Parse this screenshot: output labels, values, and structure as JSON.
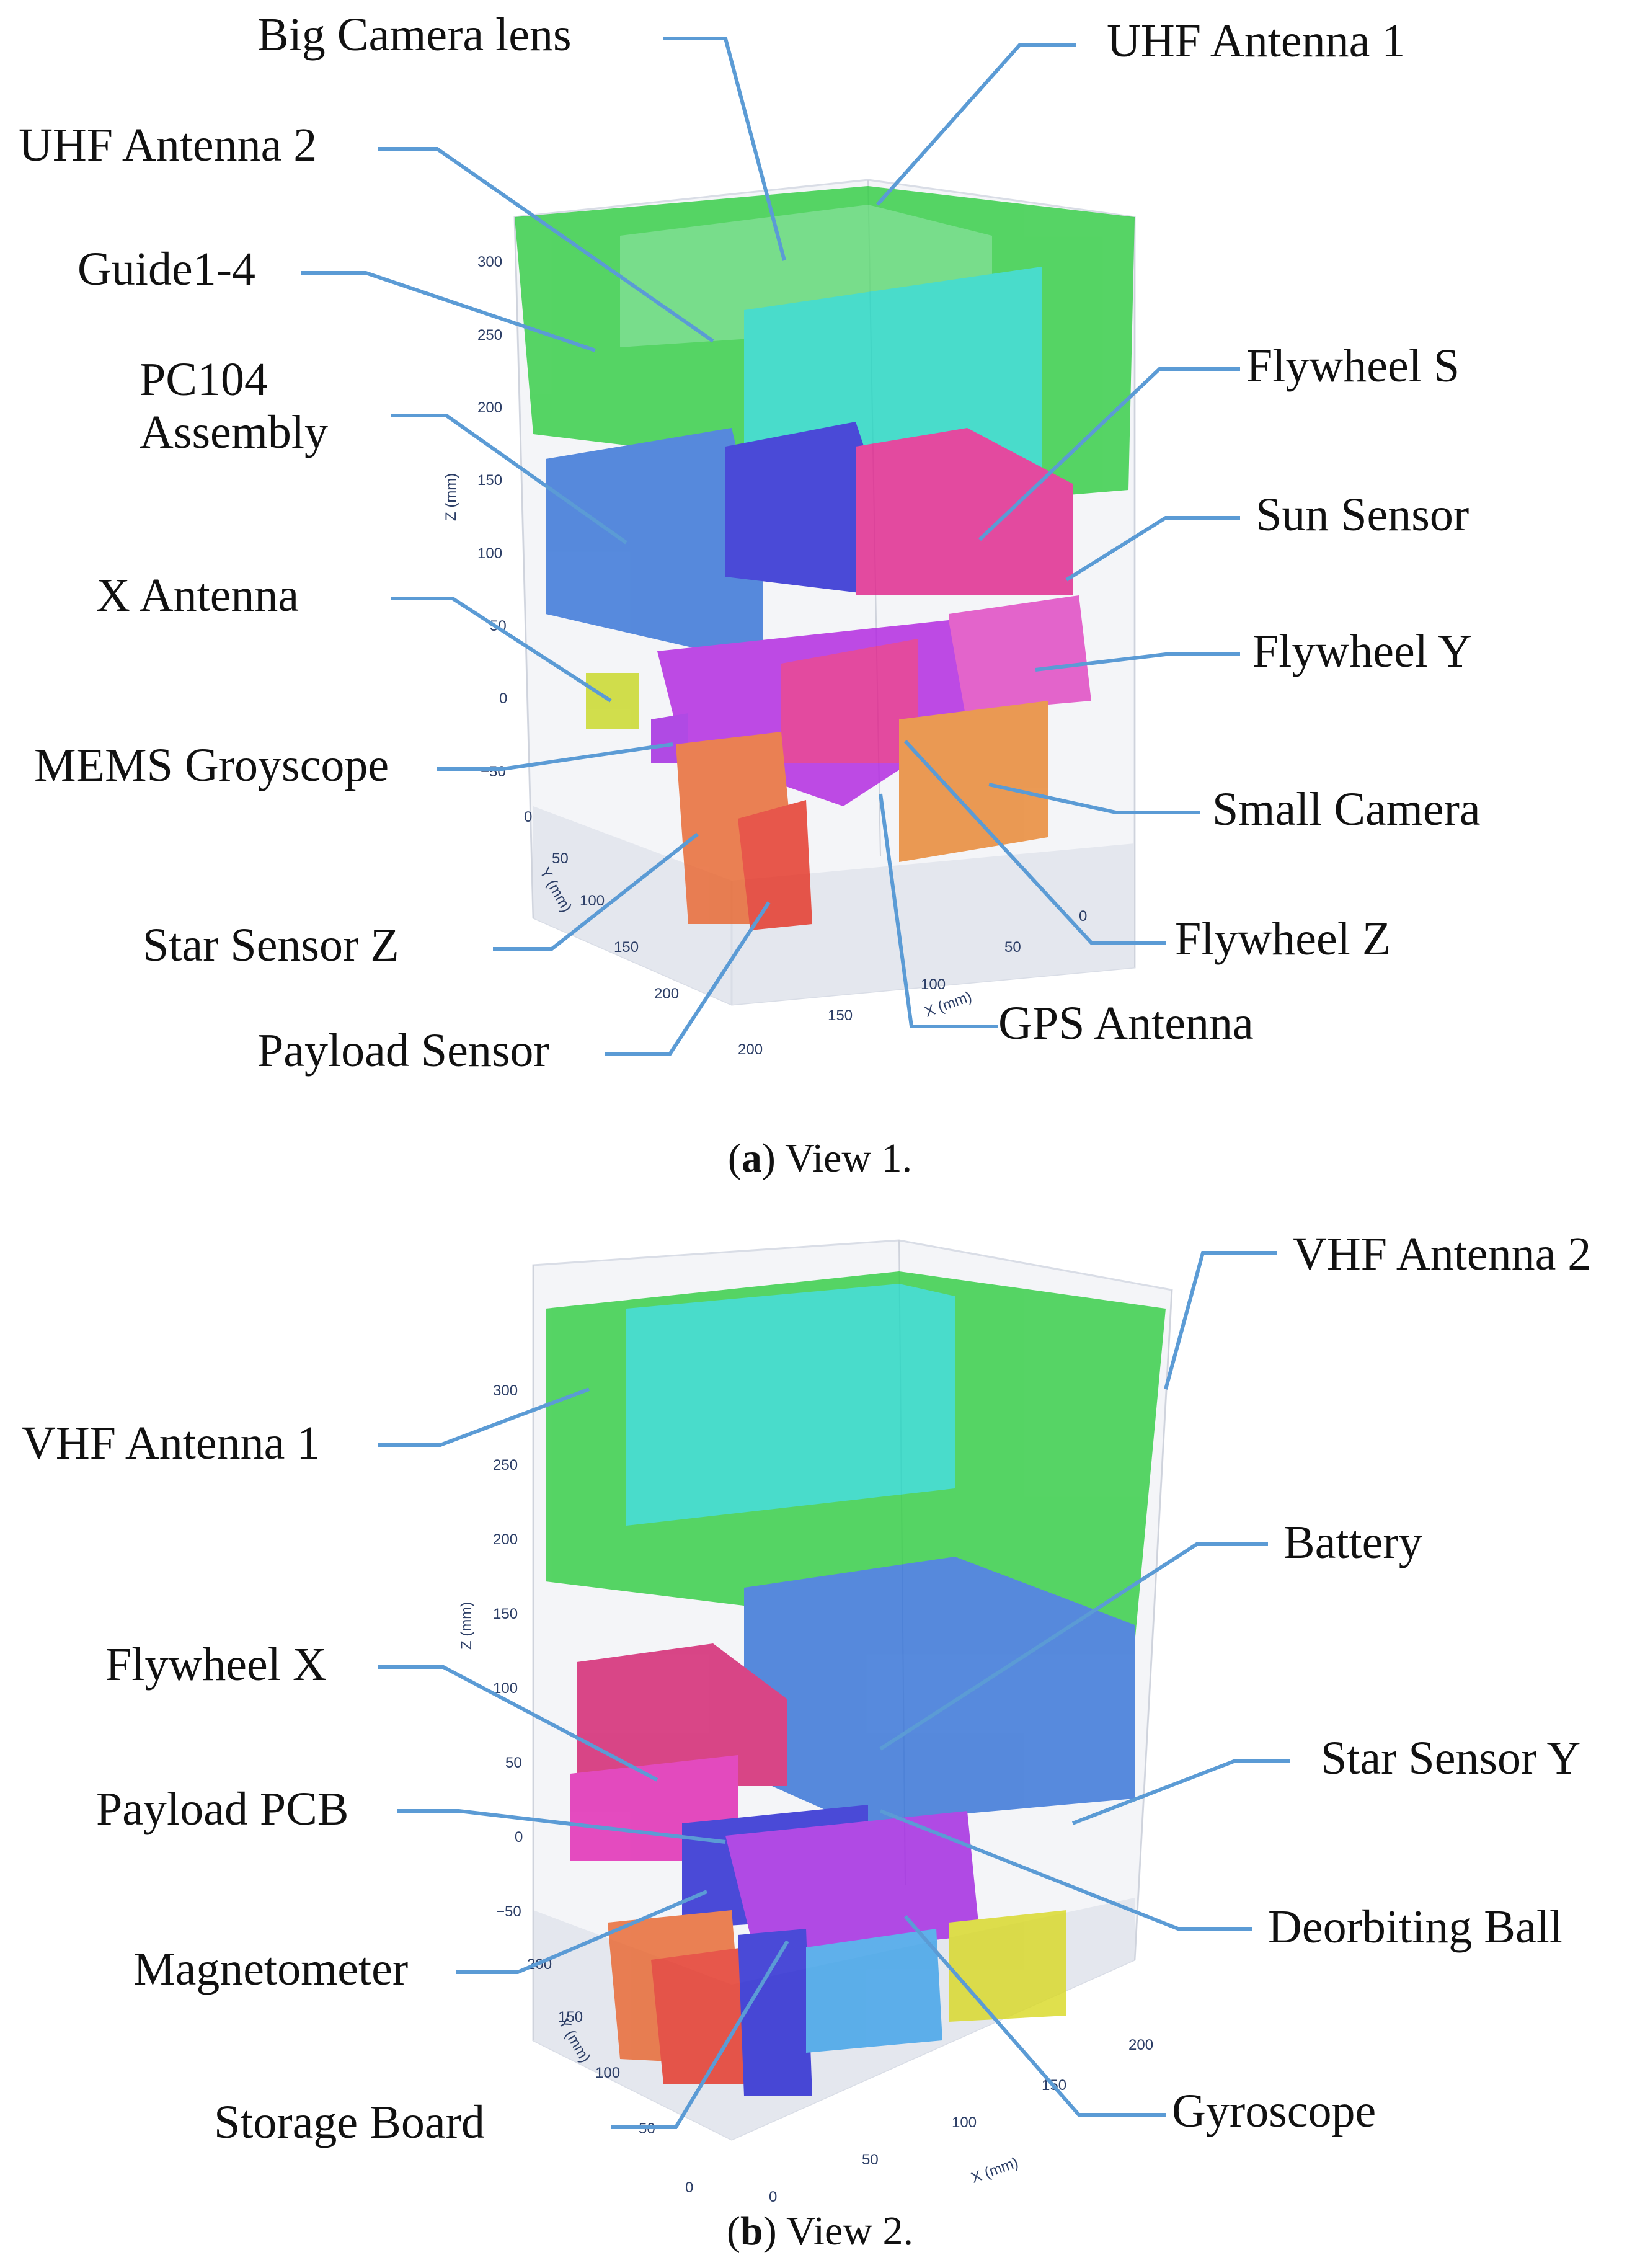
{
  "panel_a": {
    "caption_letter": "a",
    "caption_text": ") View 1.",
    "caption_open": "(",
    "labels": {
      "big_camera_lens": "Big Camera lens",
      "uhf_antenna_1": "UHF Antenna 1",
      "uhf_antenna_2": "UHF Antenna 2",
      "guide": "Guide1-4",
      "pc104": "PC104 Assembly",
      "flywheel_s": "Flywheel S",
      "sun_sensor": "Sun Sensor",
      "x_antenna": "X Antenna",
      "flywheel_y": "Flywheel Y",
      "mems": "MEMS Groyscope",
      "small_camera": "Small Camera",
      "star_sensor_z": "Star Sensor Z",
      "flywheel_z": "Flywheel Z",
      "gps_antenna": "GPS Antenna",
      "payload_sensor": "Payload Sensor"
    },
    "axes": {
      "z_title": "Z (mm)",
      "y_title": "Y (mm)",
      "x_title": "X (mm)",
      "z_ticks": [
        "300",
        "250",
        "200",
        "150",
        "100",
        "50",
        "0",
        "−50"
      ],
      "y_ticks": [
        "0",
        "50",
        "100",
        "150",
        "200"
      ],
      "x_ticks": [
        "0",
        "50",
        "100",
        "150",
        "200"
      ]
    }
  },
  "panel_b": {
    "caption_letter": "b",
    "caption_text": ") View 2.",
    "caption_open": "(",
    "labels": {
      "vhf_antenna_2": "VHF Antenna 2",
      "vhf_antenna_1": "VHF Antenna 1",
      "battery": "Battery",
      "flywheel_x": "Flywheel X",
      "star_sensor_y": "Star Sensor Y",
      "payload_pcb": "Payload PCB",
      "deorbiting_ball": "Deorbiting Ball",
      "magnetometer": "Magnetometer",
      "storage_board": "Storage Board",
      "gyroscope": "Gyroscope"
    },
    "axes": {
      "z_title": "Z (mm)",
      "y_title": "Y (mm)",
      "x_title": "X (mm)",
      "z_ticks": [
        "300",
        "250",
        "200",
        "150",
        "100",
        "50",
        "0",
        "−50"
      ],
      "y_ticks": [
        "200",
        "150",
        "100",
        "50",
        "0"
      ],
      "x_ticks": [
        "0",
        "50",
        "100",
        "150",
        "200"
      ]
    }
  },
  "colors": {
    "leader_line": "#5b9bd5",
    "antenna_green": "#2ecc40",
    "cyan": "#1fd6c0",
    "blue": "#2f6fd6",
    "deep_blue": "#2020d0",
    "magenta": "#d21aa6",
    "pink": "#e0208a",
    "violet": "#a020e0",
    "orange": "#e8632a",
    "red": "#e53020",
    "yellow": "#d8d820",
    "light_blue": "#3aa0e8",
    "grid": "#d9dde6"
  }
}
